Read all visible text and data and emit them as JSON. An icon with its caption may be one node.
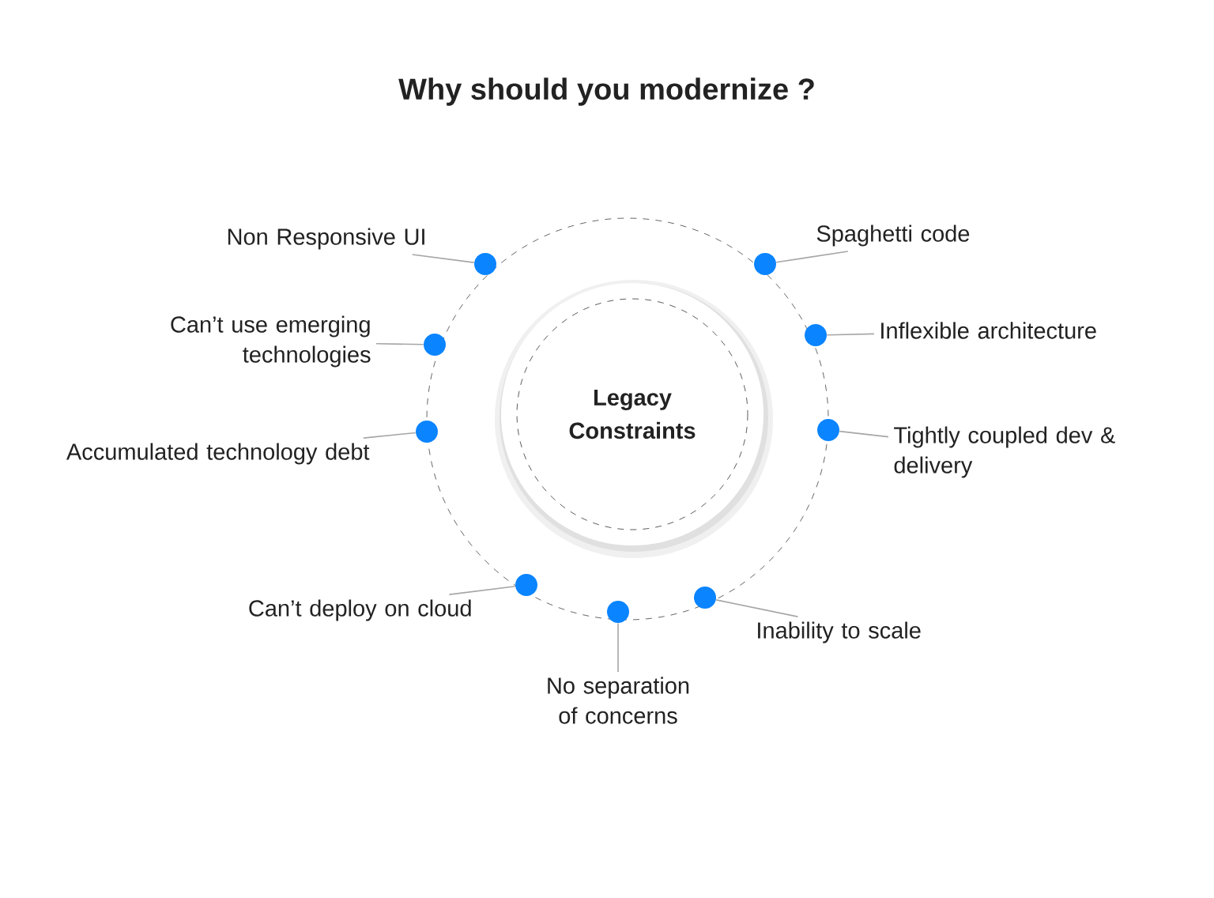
{
  "diagram": {
    "title": "Why should you modernize ?",
    "nodes": [
      {
        "text": [
          "Legacy Constraints"
        ]
      },
      {
        "text": [
          "Non Responsive UI"
        ]
      },
      {
        "text": [
          "Spaghetti code"
        ]
      },
      {
        "text": [
          "Can’t use emerging technologies"
        ]
      },
      {
        "text": [
          "Inflexible architecture"
        ]
      },
      {
        "text": [
          "Accumulated technology debt"
        ]
      },
      {
        "text": [
          "Tightly coupled dev & delivery"
        ]
      },
      {
        "text": [
          "Can’t deploy on cloud"
        ]
      },
      {
        "text": [
          "Inability to scale"
        ]
      },
      {
        "text": [
          "No separation of concerns"
        ]
      },
      {
        "text": [],
        "shape": "circle"
      },
      {
        "text": [],
        "shape": "circle"
      },
      {
        "text": [],
        "shape": "circle"
      },
      {
        "text": [],
        "shape": "circle"
      },
      {
        "text": [],
        "shape": "circle"
      },
      {
        "text": [],
        "shape": "circle"
      },
      {
        "text": [],
        "shape": "circle"
      },
      {
        "text": [],
        "shape": "circle"
      },
      {
        "text": [],
        "shape": "circle"
      }
    ],
    "edges": [
      {
        "from": 1,
        "to": 10,
        "arrow": "none"
      },
      {
        "from": 2,
        "to": 11,
        "arrow": "none"
      },
      {
        "from": 3,
        "to": 12,
        "arrow": "none"
      },
      {
        "from": 4,
        "to": 13,
        "arrow": "none"
      },
      {
        "from": 5,
        "to": 14,
        "arrow": "none"
      },
      {
        "from": 6,
        "to": 15,
        "arrow": "none"
      },
      {
        "from": 7,
        "to": 16,
        "arrow": "none"
      },
      {
        "from": 8,
        "to": 17,
        "arrow": "none"
      },
      {
        "from": 9,
        "to": 18,
        "arrow": "none"
      }
    ]
  }
}
